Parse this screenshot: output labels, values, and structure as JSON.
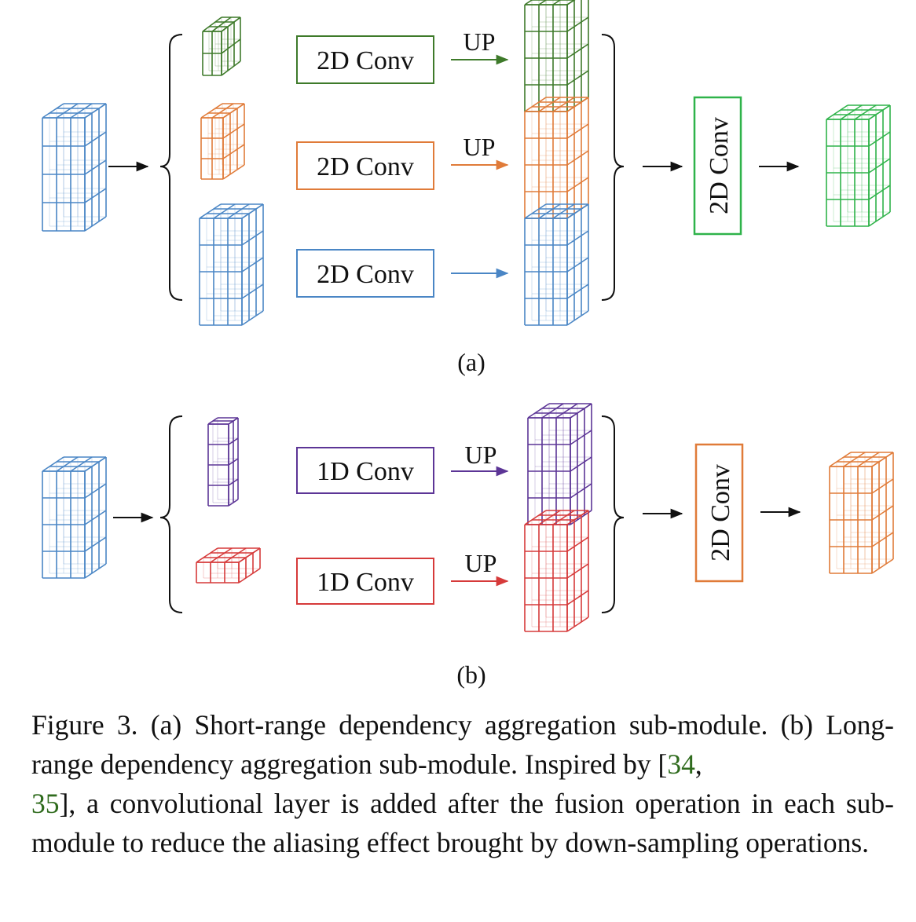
{
  "panel_a": {
    "label": "(a)",
    "branches": [
      {
        "conv_label": "2D Conv",
        "up_label": "UP",
        "color": "#3e7a2a"
      },
      {
        "conv_label": "2D Conv",
        "up_label": "UP",
        "color": "#e07b39"
      },
      {
        "conv_label": "2D Conv",
        "up_label": "",
        "color": "#4a86c5"
      }
    ],
    "fusion_conv_label": "2D Conv",
    "fusion_color": "#2fb34a",
    "input_color": "#4a86c5",
    "output_color": "#2fb34a"
  },
  "panel_b": {
    "label": "(b)",
    "branches": [
      {
        "conv_label": "1D Conv",
        "up_label": "UP",
        "color": "#5c3596"
      },
      {
        "conv_label": "1D Conv",
        "up_label": "UP",
        "color": "#d63a3a"
      }
    ],
    "fusion_conv_label": "2D Conv",
    "fusion_color": "#e07b39",
    "input_color": "#4a86c5",
    "output_color": "#e07b39"
  },
  "caption": {
    "prefix": "Figure 3. (a) Short-range dependency aggregation sub-module. (b) Long-range dependency aggregation sub-module. Inspired by [",
    "cite1": "34",
    "sep": ",",
    "cite2": "35",
    "suffix": "], a convolutional layer is added after the fusion operation in each sub-module to reduce the aliasing effect brought by down-sampling operations."
  }
}
